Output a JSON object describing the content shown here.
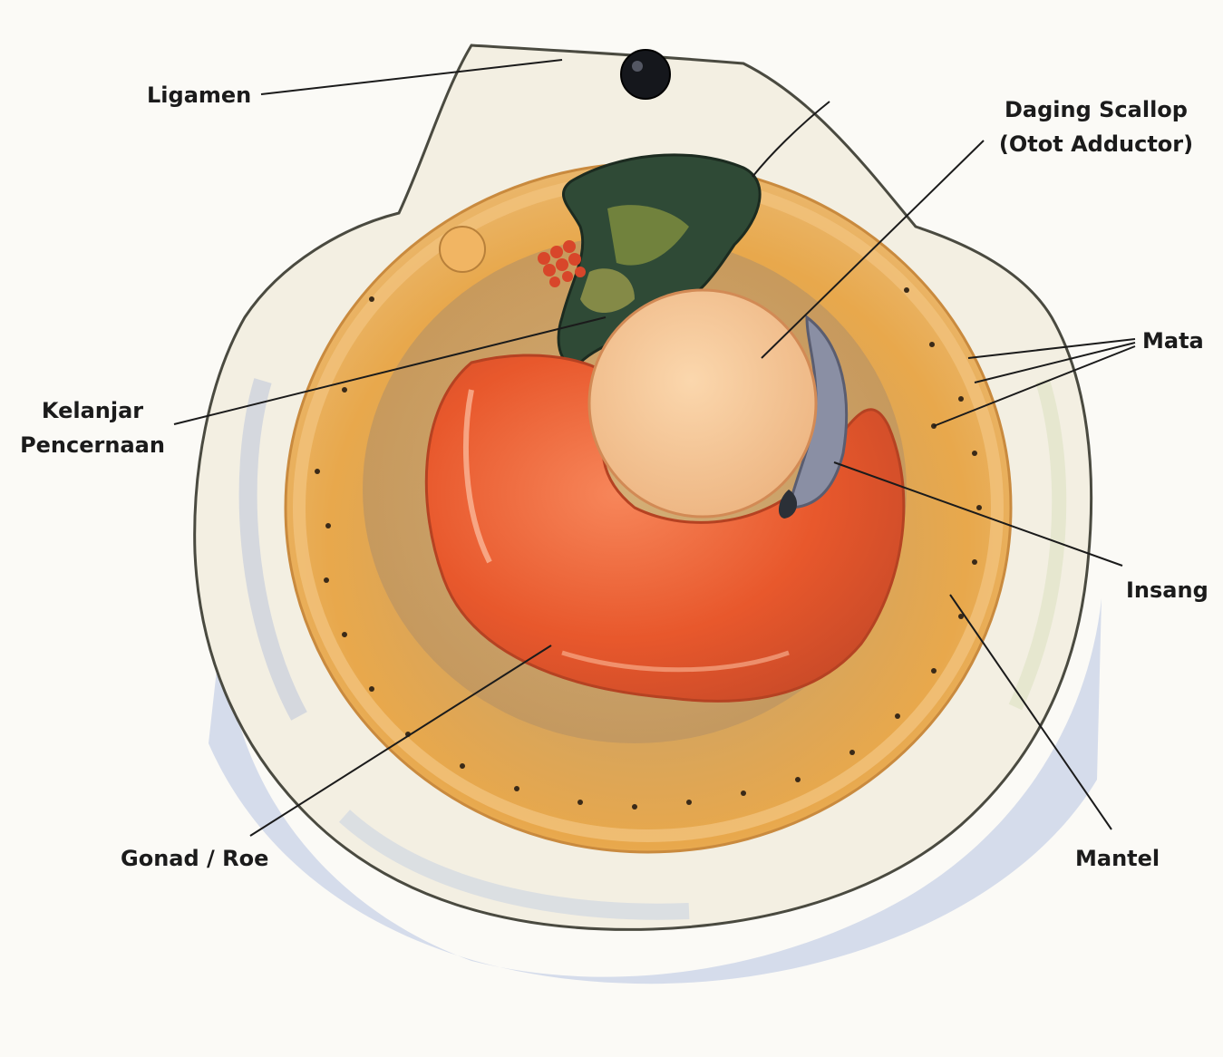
{
  "diagram": {
    "labels": {
      "ligament": "Ligamen",
      "adductor_line1": "Daging Scallop",
      "adductor_line2": "(Otot Adductor)",
      "digestive_line1": "Kelanjar",
      "digestive_line2": "Pencernaan",
      "eyes": "Mata",
      "gills": "Insang",
      "gonad": "Gonad / Roe",
      "mantle": "Mantel"
    },
    "colors": {
      "background": "#fbfaf6",
      "shell": "#f3efe2",
      "shell_shadow": "#c9d3e6",
      "mantle": "#e7a24c",
      "roe": "#e8582c",
      "adductor": "#f4c594",
      "digestive_gland": "#2f4a36",
      "gill": "#8a8fa4",
      "leader_line": "#1b1b1b",
      "text": "#1b1b1b"
    }
  }
}
